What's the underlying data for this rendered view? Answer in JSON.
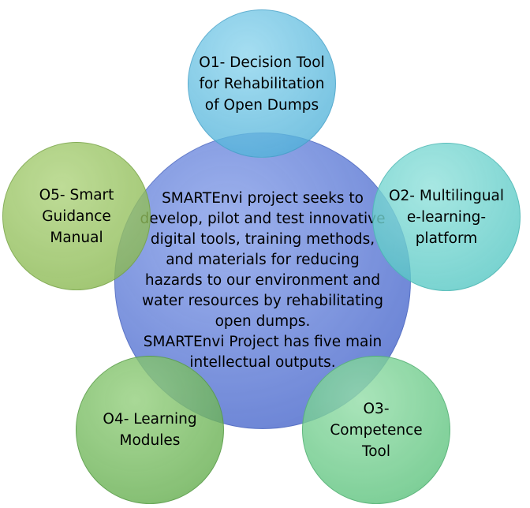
{
  "center": {
    "text": "SMARTEnvi project seeks to develop, pilot and test innovative digital tools, training methods, and materials for reducing hazards to our environment and water resources by rehabilitating open dumps.\nSMARTEnvi Project has five main intellectual outputs."
  },
  "outputs": [
    {
      "text": "O1- Decision Tool for Rehabilitation of Open Dumps",
      "color": "#5fbde0"
    },
    {
      "text": "O2- Multilingual e-learning-platform",
      "color": "#62cbc6"
    },
    {
      "text": "O3- Competence Tool",
      "color": "#6fc78c"
    },
    {
      "text": "O4- Learning Modules",
      "color": "#79b85e"
    },
    {
      "text": "O5- Smart Guidance Manual",
      "color": "#9dc25e"
    }
  ]
}
